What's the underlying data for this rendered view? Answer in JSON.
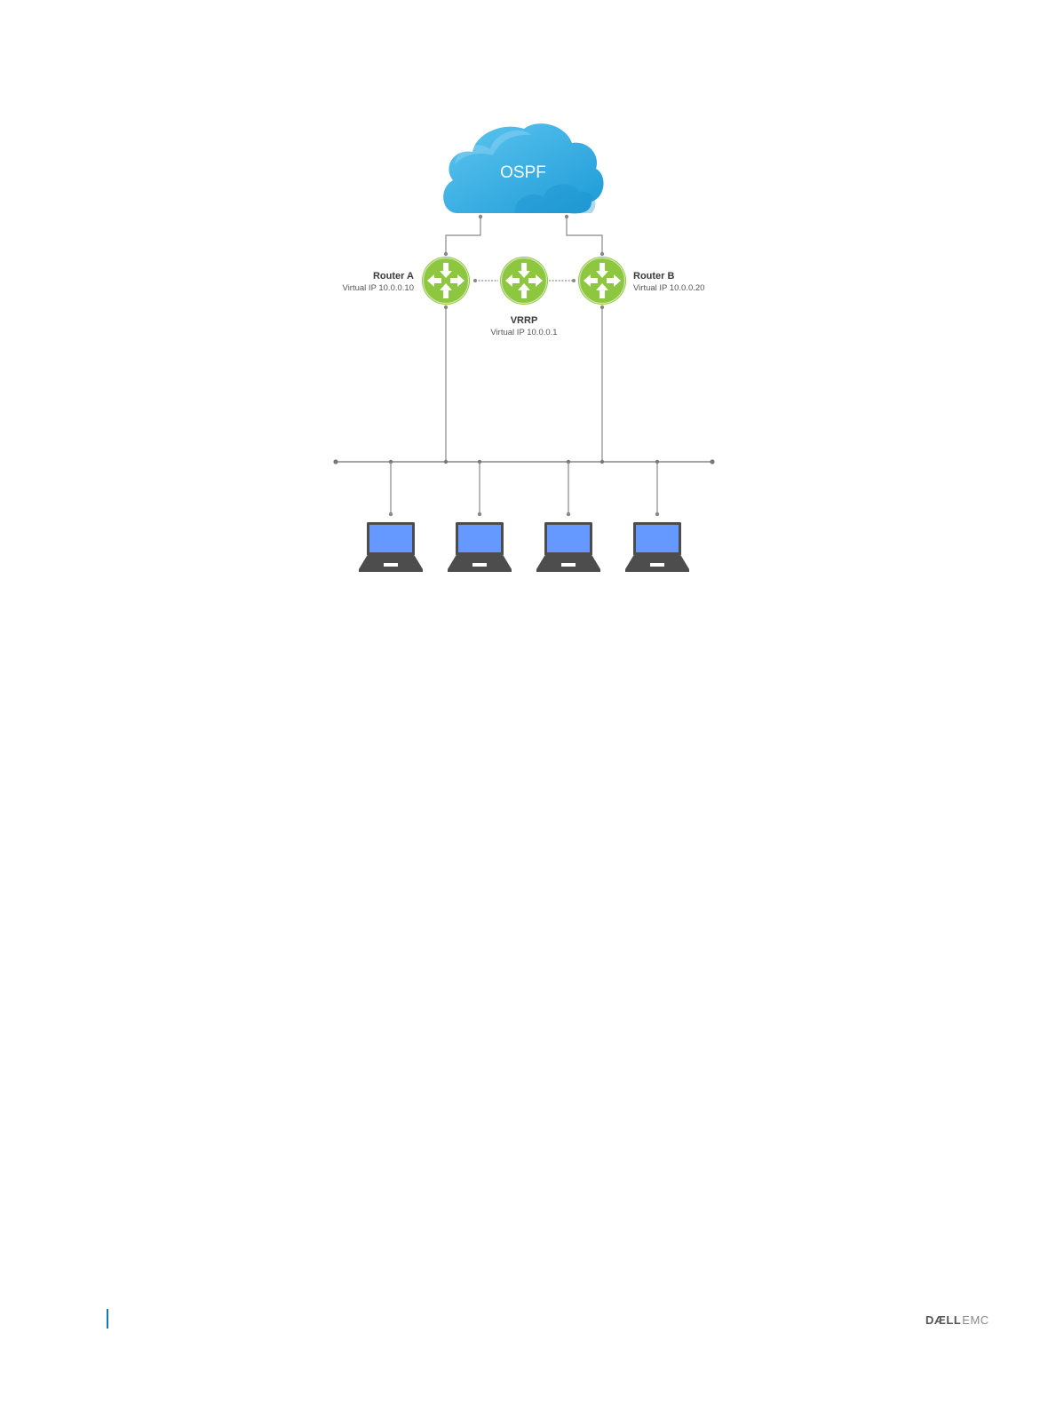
{
  "diagram": {
    "cloud_label": "OSPF",
    "router_a": {
      "title": "Router A",
      "subtitle": "Virtual IP 10.0.0.10"
    },
    "router_b": {
      "title": "Router B",
      "subtitle": "Virtual IP 10.0.0.20"
    },
    "vrrp": {
      "title": "VRRP",
      "subtitle": "Virtual IP 10.0.0.1"
    },
    "laptops": [
      "laptop-1",
      "laptop-2",
      "laptop-3",
      "laptop-4"
    ]
  },
  "footer": {
    "logo_strong": "DÆLL",
    "logo_light": "EMC"
  },
  "colors": {
    "router_fill": "#8dc63f",
    "cloud_blue": "#29a8e0",
    "laptop_screen": "#6699ff",
    "laptop_body": "#4d4d4d",
    "line": "#888888",
    "accent_bar": "#0b7bc1"
  }
}
